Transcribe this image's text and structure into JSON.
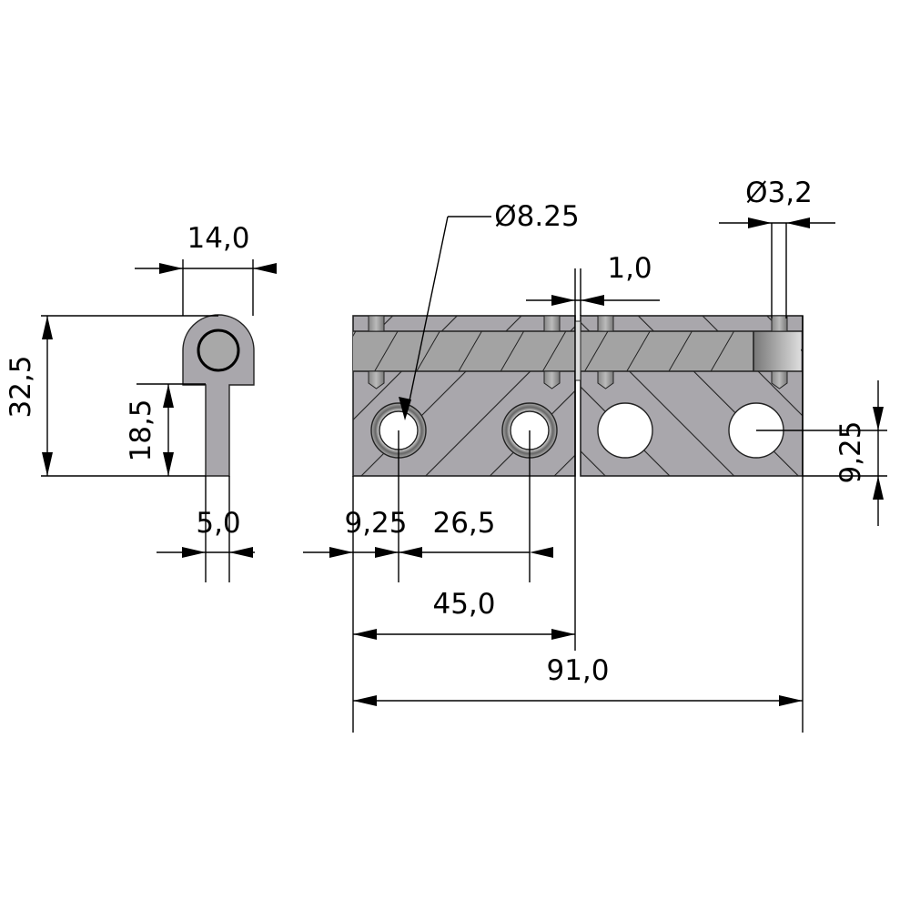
{
  "drawing": {
    "title": "Hinge technical drawing",
    "colors": {
      "body": "#a9a7ac",
      "pin": "#a3a3a3",
      "line": "#000000"
    },
    "dimensions": {
      "side_width": "14,0",
      "side_height": "32,5",
      "leaf_height": "18,5",
      "leaf_thickness": "5,0",
      "hole_offset_x": "9,25",
      "hole_pitch": "26,5",
      "half_length": "45,0",
      "total_length": "91,0",
      "gap": "1,0",
      "pin_diameter": "Ø3,2",
      "countersink_diameter": "Ø8.25",
      "hole_offset_y": "9,25"
    }
  }
}
